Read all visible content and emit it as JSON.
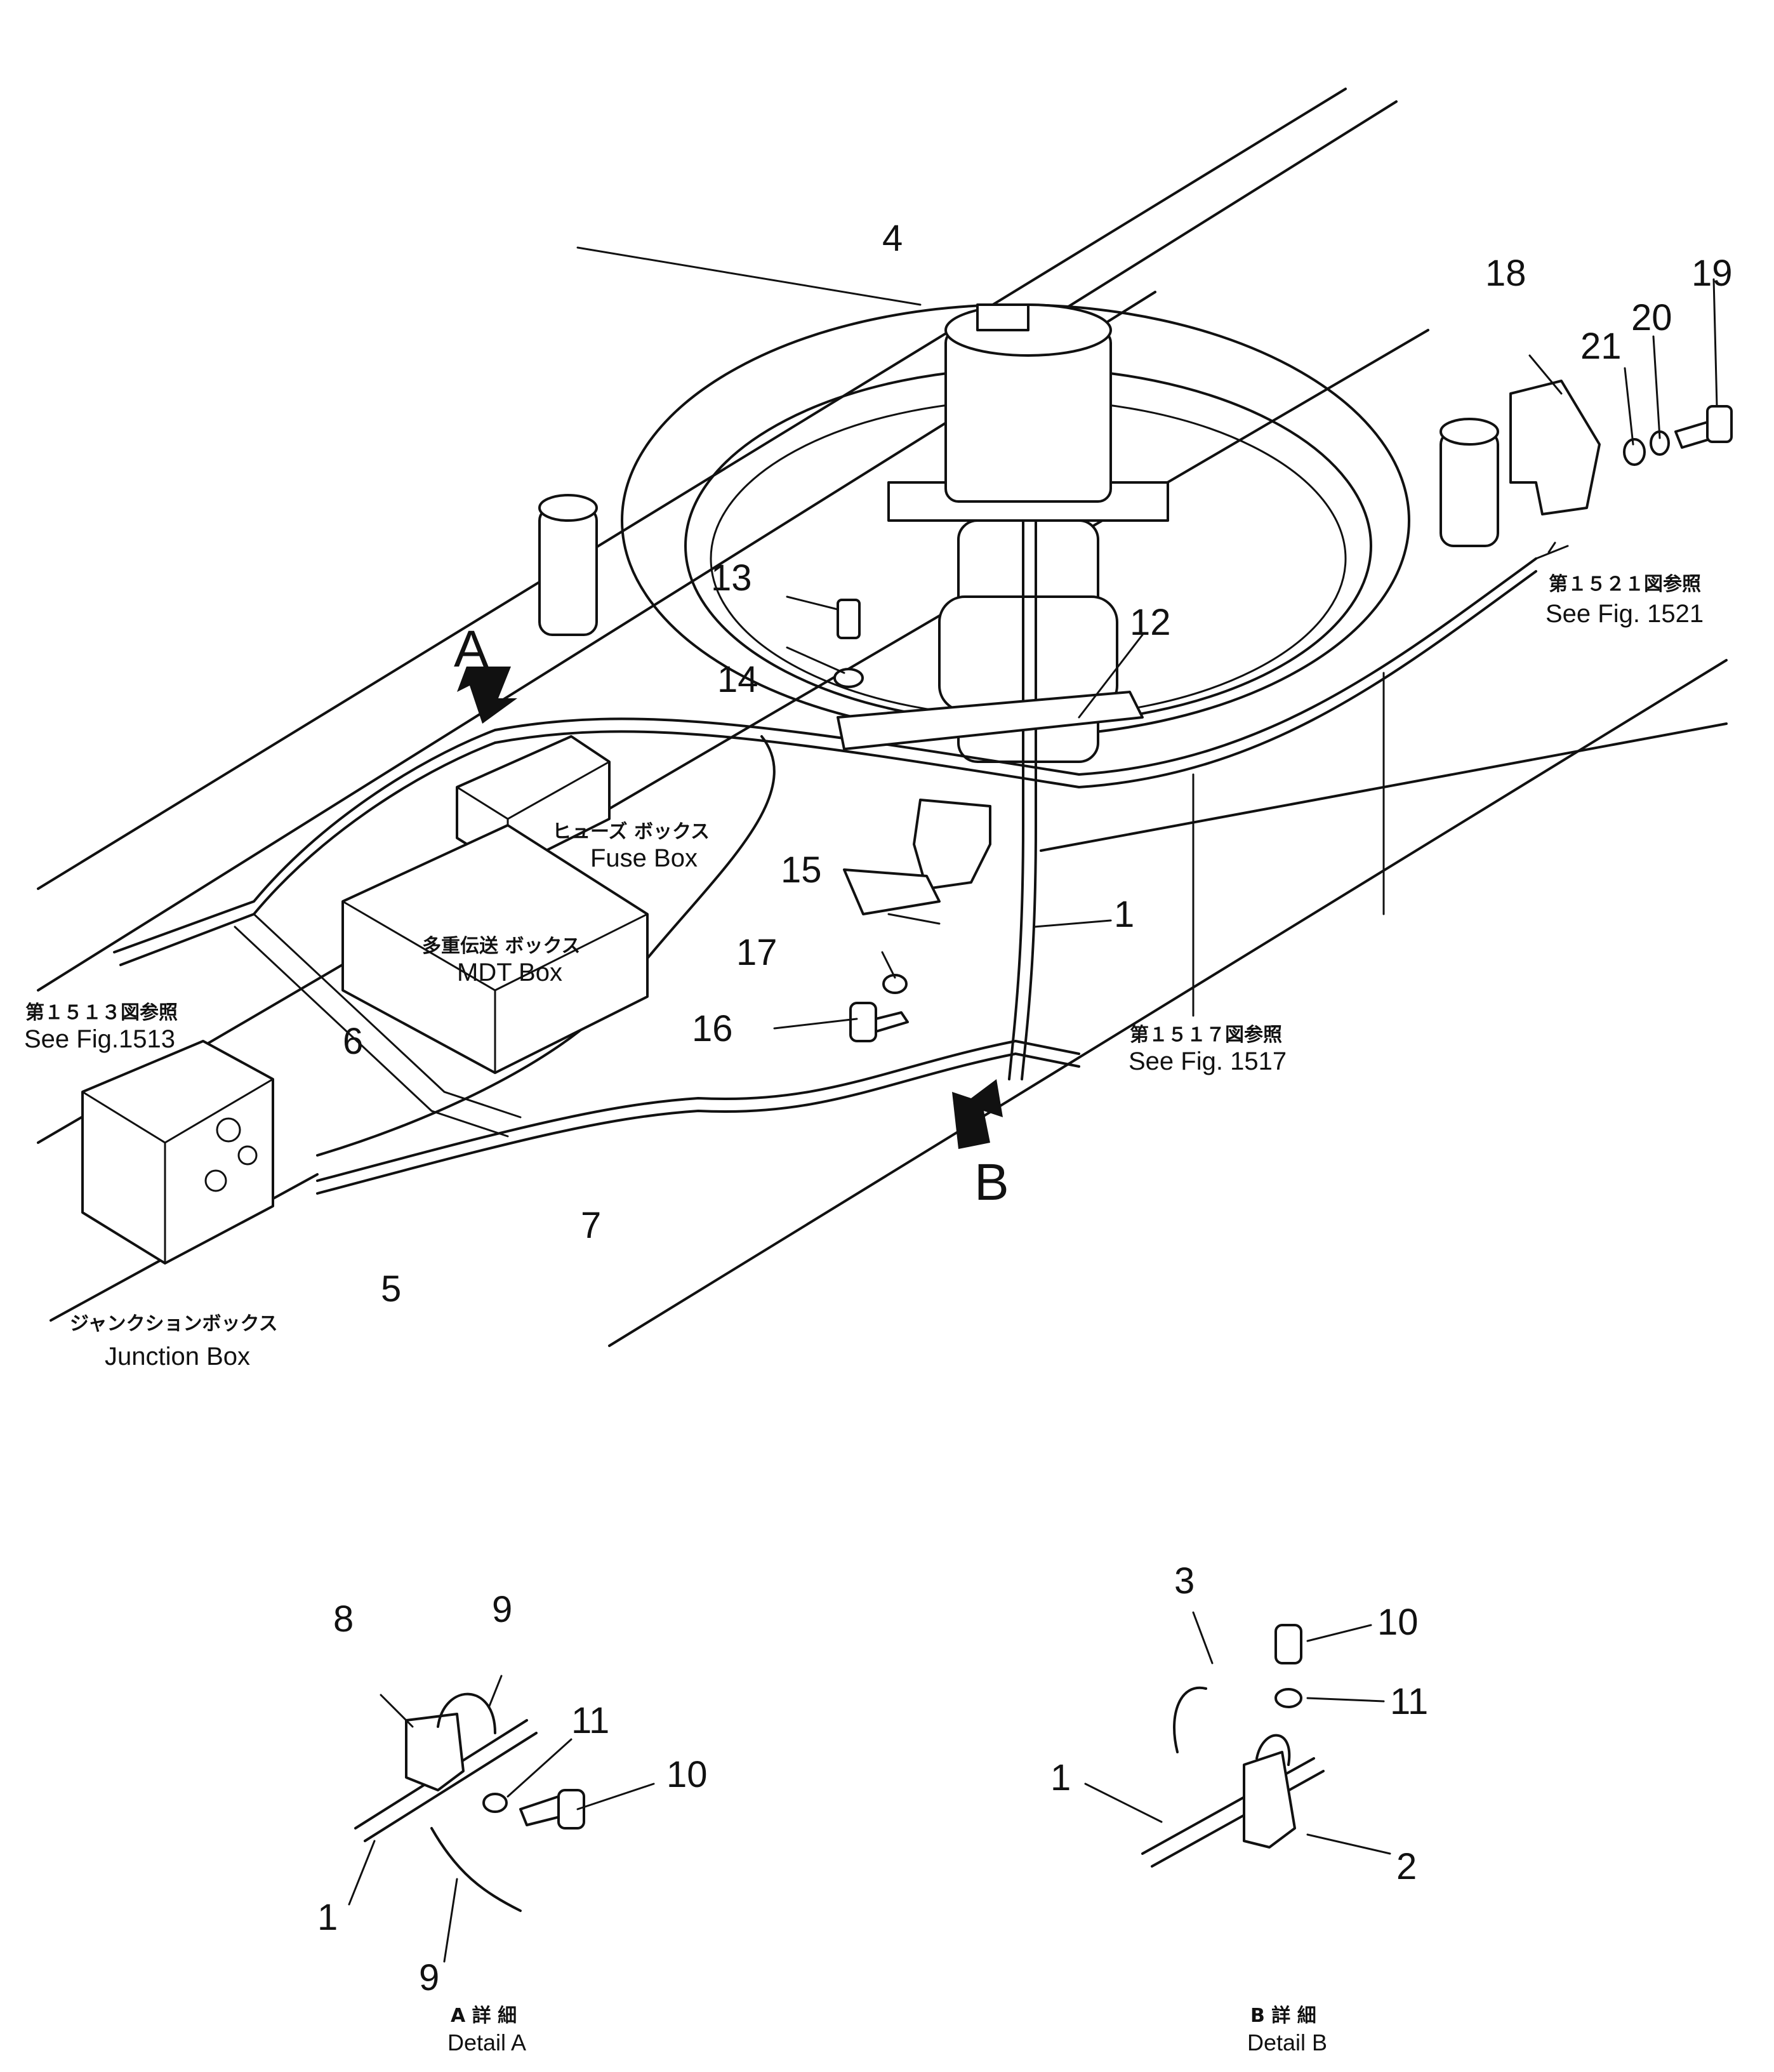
{
  "callouts": {
    "p1": "1",
    "p4": "4",
    "p5": "5",
    "p6": "6",
    "p7": "7",
    "p12": "12",
    "p13": "13",
    "p14": "14",
    "p15": "15",
    "p16": "16",
    "p17": "17",
    "p18": "18",
    "p19": "19",
    "p20": "20",
    "p21": "21",
    "a8": "8",
    "a9": "9",
    "a9b": "9",
    "a11": "11",
    "a10": "10",
    "a1": "1",
    "b3": "3",
    "b10": "10",
    "b11": "11",
    "b1": "1",
    "b2": "2"
  },
  "views": {
    "view_a": "A",
    "view_b": "B"
  },
  "references": {
    "fig1521": {
      "jp": "第１５２１図参照",
      "en": "See Fig. 1521"
    },
    "fig1513": {
      "jp": "第１５１３図参照",
      "en": "See Fig.1513"
    },
    "fig1517": {
      "jp": "第１５１７図参照",
      "en": "See Fig. 1517"
    }
  },
  "components": {
    "fuse_box": {
      "jp": "ヒューズ ボックス",
      "en": "Fuse Box"
    },
    "mdt_box": {
      "jp": "多重伝送 ボックス",
      "en": "MDT Box"
    },
    "junction_box": {
      "jp": "ジャンクションボックス",
      "en": "Junction Box"
    }
  },
  "details": {
    "a": {
      "jp": "A 詳 細",
      "en": "Detail A"
    },
    "b": {
      "jp": "B 詳 細",
      "en": "Detail B"
    }
  }
}
